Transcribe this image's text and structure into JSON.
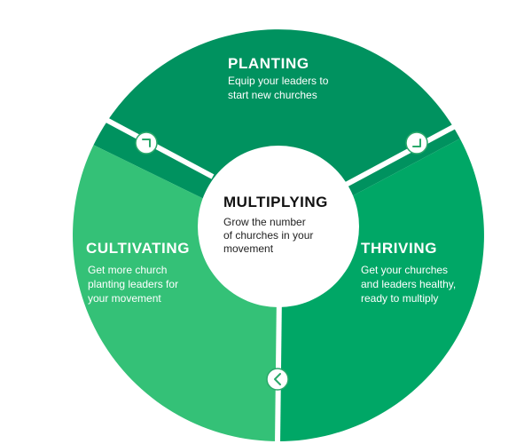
{
  "diagram": {
    "center": {
      "title": "MULTIPLYING",
      "description": "Grow the number\nof churches in your\nmovement"
    },
    "segments": [
      {
        "id": "planting",
        "title": "PLANTING",
        "description": "Equip your leaders to\nstart new churches",
        "color": "#00925F"
      },
      {
        "id": "thriving",
        "title": "THRIVING",
        "description": "Get your churches\nand leaders healthy,\nready to multiply",
        "color": "#00A766"
      },
      {
        "id": "cultivating",
        "title": "CULTIVATING",
        "description": "Get more church\nplanting leaders for\nyour movement",
        "color": "#34C177"
      }
    ],
    "colors": {
      "divider": "#ffffff",
      "center_fill": "#ffffff",
      "arrow_stroke": "#2aa86a"
    },
    "icons": [
      "chevron-up-right-icon",
      "chevron-down-right-icon",
      "chevron-left-icon"
    ]
  }
}
